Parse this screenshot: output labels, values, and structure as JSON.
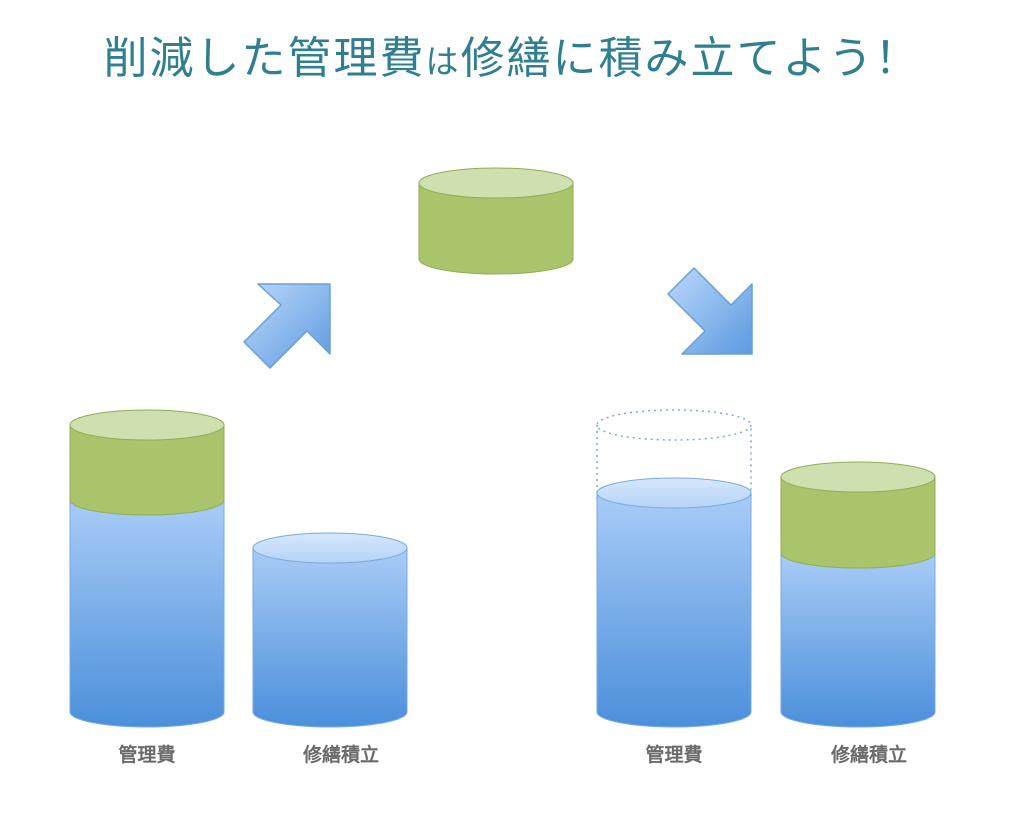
{
  "title": {
    "part1": "削減した管理費",
    "part2": "は",
    "part3": "修繕に積み立てよう！"
  },
  "labels": {
    "left_management": "管理費",
    "left_repair": "修繕積立",
    "right_management": "管理費",
    "right_repair": "修繕積立"
  },
  "colors": {
    "title": "#2f7f91",
    "green": "#a9c46b",
    "green_top": "#cfe0b0",
    "blue_light": "#a9ccf7",
    "blue_dark": "#4b8fdb",
    "outline": "#6a9fd6"
  }
}
